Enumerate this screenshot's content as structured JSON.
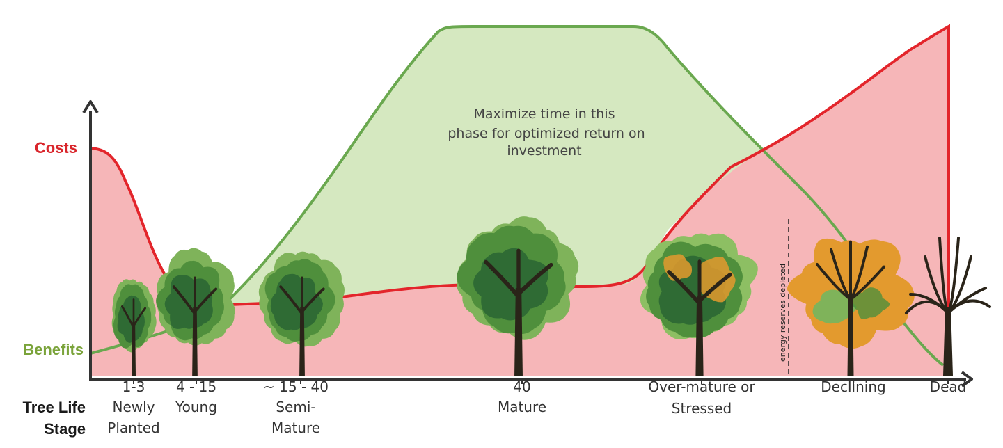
{
  "labels": {
    "costs": "Costs",
    "benefits": "Benefits",
    "axis_title_line1": "Tree Life",
    "axis_title_line2": "Stage",
    "energy_note": "energy reserves depleted",
    "callout": [
      "Maximize time in this",
      "phase for optimized return on",
      "investment"
    ]
  },
  "stages": [
    {
      "lines": [
        "1-3",
        "Newly",
        "Planted"
      ]
    },
    {
      "lines": [
        "4 - 15",
        "Young"
      ]
    },
    {
      "lines": [
        "~ 15 - 40",
        "Semi-",
        "Mature"
      ]
    },
    {
      "lines": [
        "40",
        "Mature"
      ]
    },
    {
      "lines": [
        "Over-mature or",
        "Stressed"
      ]
    },
    {
      "lines": [
        "Declining"
      ]
    },
    {
      "lines": [
        "Dead"
      ]
    }
  ],
  "trees": [
    {
      "name": "newly-planted-tree-icon",
      "stage": "newly-planted"
    },
    {
      "name": "young-tree-icon",
      "stage": "young"
    },
    {
      "name": "semi-mature-tree-icon",
      "stage": "semi-mature"
    },
    {
      "name": "mature-tree-icon",
      "stage": "mature"
    },
    {
      "name": "over-mature-tree-icon",
      "stage": "over-mature"
    },
    {
      "name": "declining-tree-icon",
      "stage": "declining"
    },
    {
      "name": "dead-tree-icon",
      "stage": "dead"
    }
  ],
  "colors": {
    "costs_line": "#e3252b",
    "costs_fill": "#f6b6b8",
    "benefits_line": "#6aa84f",
    "benefits_fill": "#d5e8c0",
    "costs_label": "#d9252b",
    "benefits_label": "#7aa33a",
    "axis": "#333333",
    "foliage_dark": "#2f6b34",
    "foliage_mid": "#4f8f3c",
    "foliage_light": "#7fb35a",
    "trunk": "#2a2419",
    "autumn": "#e39a2e"
  }
}
